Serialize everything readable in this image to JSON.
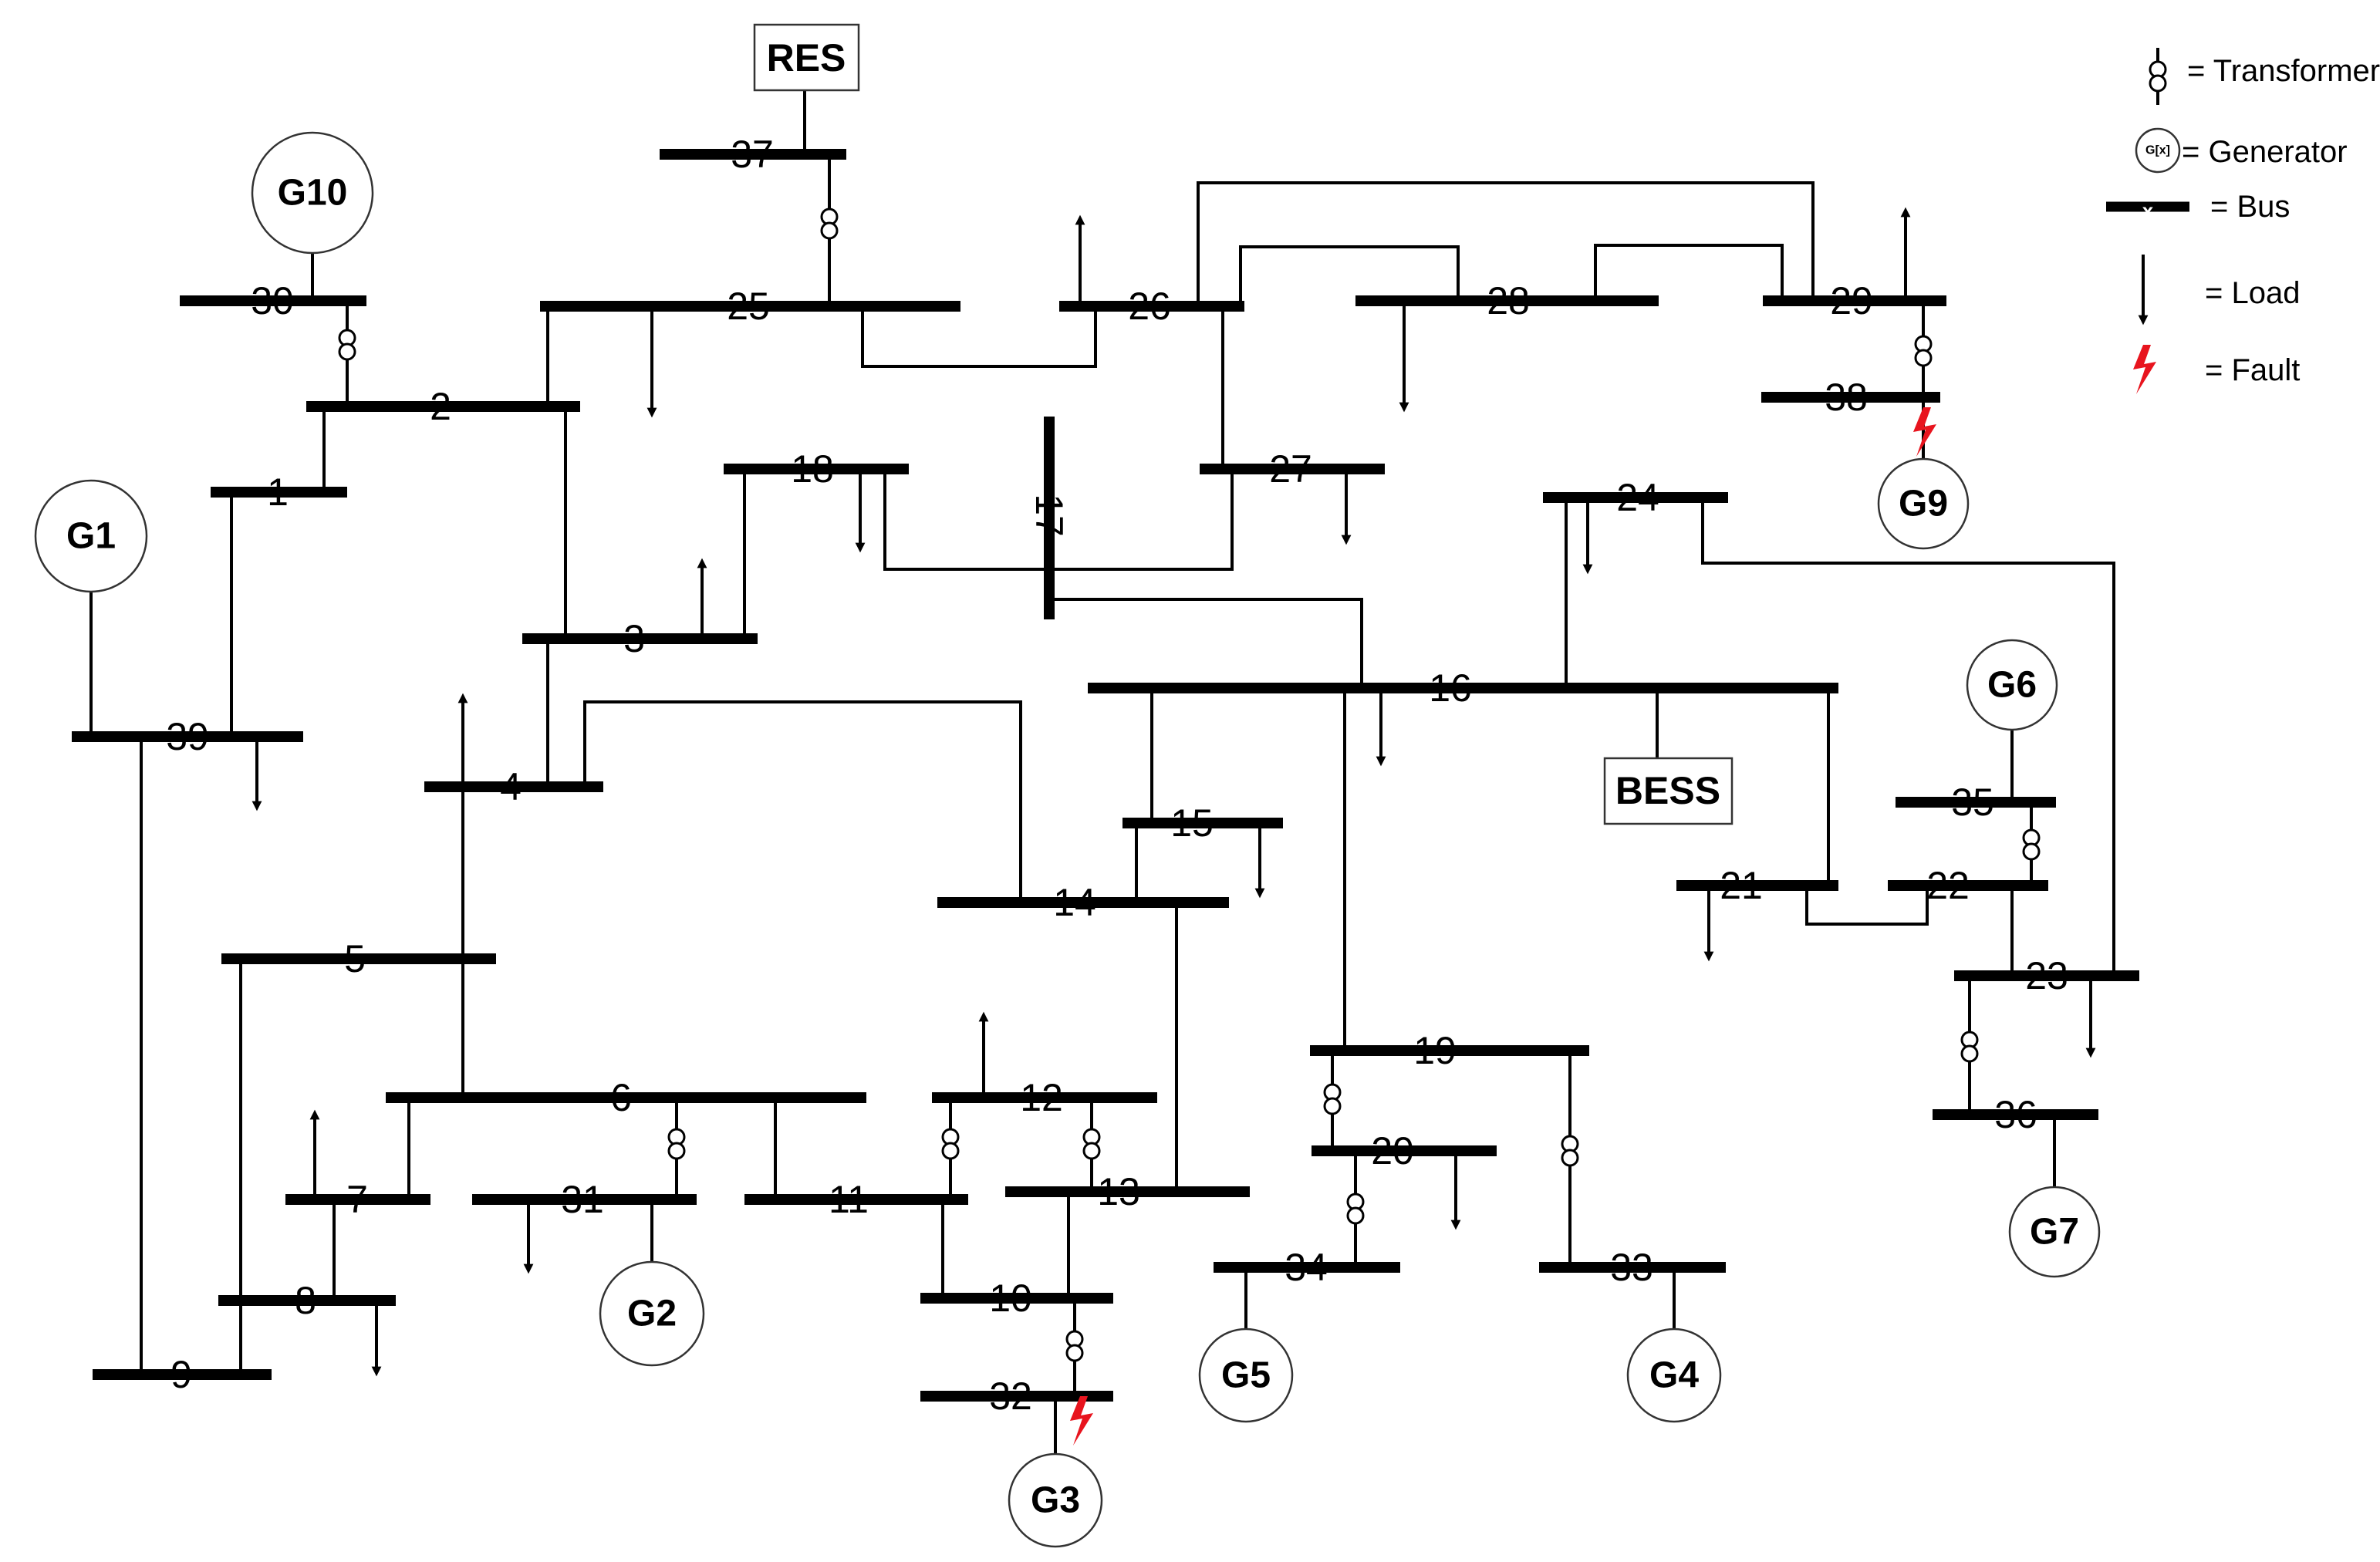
{
  "buses": [
    "1",
    "2",
    "3",
    "4",
    "5",
    "6",
    "7",
    "8",
    "9",
    "10",
    "11",
    "12",
    "13",
    "14",
    "15",
    "16",
    "17",
    "18",
    "19",
    "20",
    "21",
    "22",
    "23",
    "24",
    "25",
    "26",
    "27",
    "28",
    "29",
    "30",
    "31",
    "32",
    "33",
    "34",
    "35",
    "36",
    "37",
    "38",
    "39"
  ],
  "generators": [
    "G1",
    "G2",
    "G3",
    "G4",
    "G5",
    "G6",
    "G7",
    "G9",
    "G10"
  ],
  "boxes": {
    "res": "RES",
    "bess": "BESS"
  },
  "legend": {
    "transformer": "= Transformer",
    "generator_symbol": "G[x]",
    "generator": "= Generator",
    "bus_symbol": "x",
    "bus": "= Bus",
    "load": "= Load",
    "fault": "= Fault"
  },
  "colors": {
    "line": "#000000",
    "fault": "#e8141e",
    "circle_border": "#333333"
  }
}
